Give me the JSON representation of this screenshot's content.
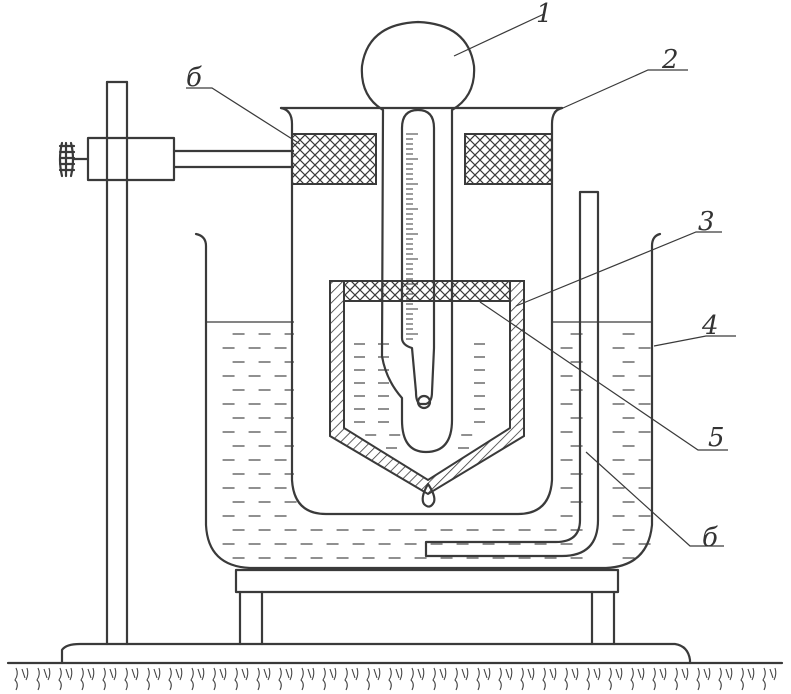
{
  "callouts": [
    {
      "id": "thermometer",
      "text": "1"
    },
    {
      "id": "outer-beaker",
      "text": "2"
    },
    {
      "id": "funnel",
      "text": "3"
    },
    {
      "id": "bath-liquid",
      "text": "4"
    },
    {
      "id": "funnel-mesh",
      "text": "5"
    },
    {
      "id": "stopper",
      "text": "б"
    },
    {
      "id": "siphon-tube",
      "text": "б"
    }
  ],
  "colors": {
    "ink": "#3a3a3a",
    "liquid_dash": "#555555",
    "background": "#ffffff"
  }
}
